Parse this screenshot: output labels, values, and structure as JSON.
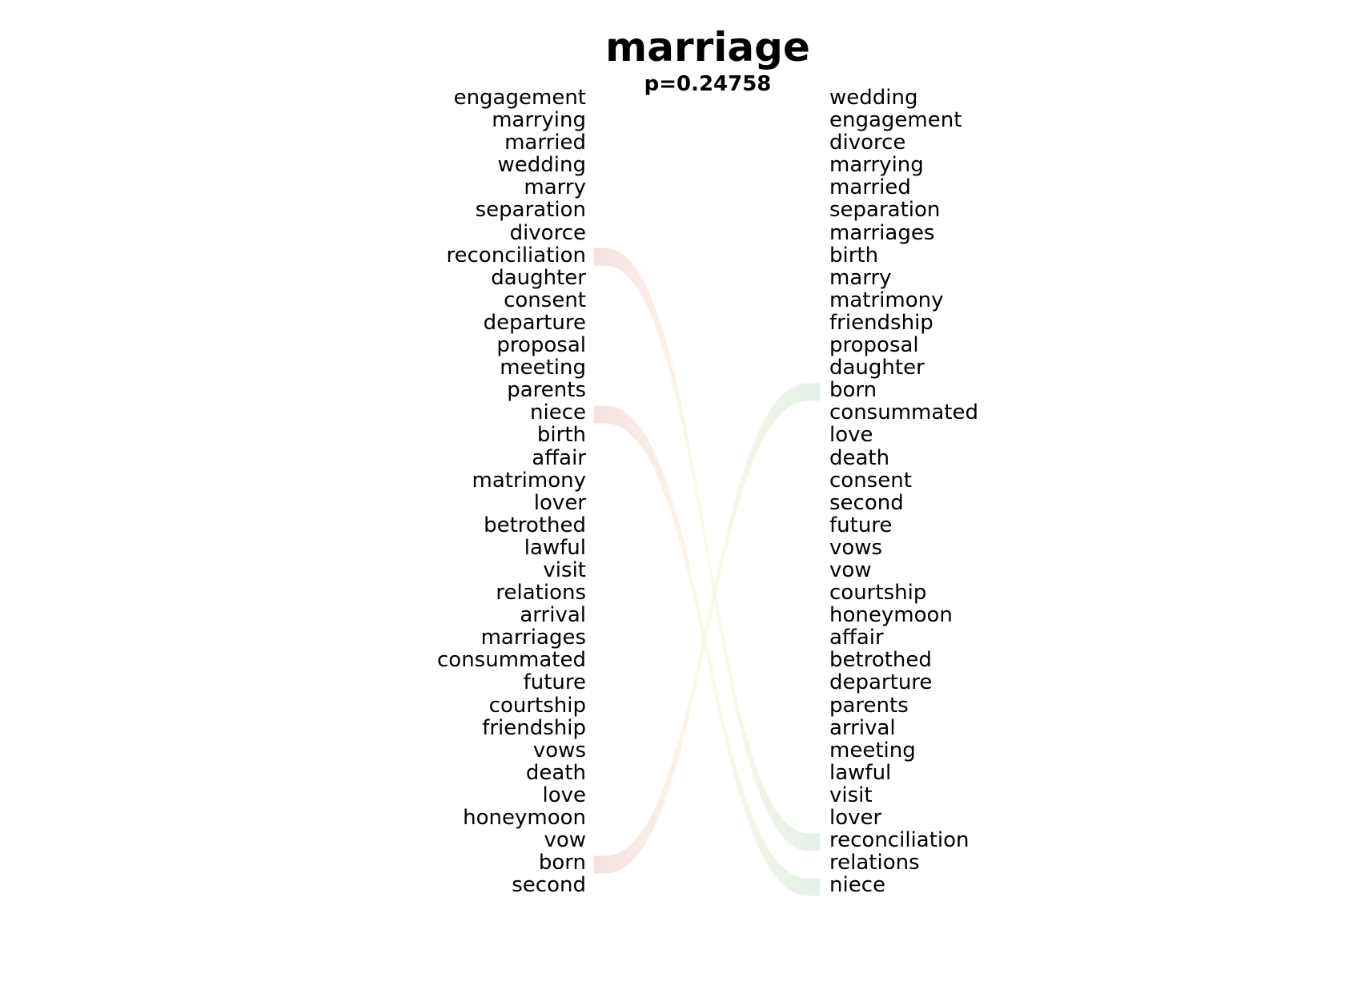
{
  "title": "marriage",
  "subtitle": "p=0.24758",
  "left_words": [
    "engagement",
    "marrying",
    "married",
    "wedding",
    "marry",
    "separation",
    "divorce",
    "reconciliation",
    "daughter",
    "consent",
    "departure",
    "proposal",
    "meeting",
    "parents",
    "niece",
    "birth",
    "affair",
    "matrimony",
    "lover",
    "betrothed",
    "lawful",
    "visit",
    "relations",
    "arrival",
    "marriages",
    "consummated",
    "future",
    "courtship",
    "friendship",
    "vows",
    "death",
    "love",
    "honeymoon",
    "vow",
    "born",
    "second"
  ],
  "right_words": [
    "wedding",
    "engagement",
    "divorce",
    "marrying",
    "married",
    "separation",
    "marriages",
    "birth",
    "marry",
    "matrimony",
    "friendship",
    "proposal",
    "daughter",
    "born",
    "consummated",
    "love",
    "death",
    "consent",
    "second",
    "future",
    "vows",
    "vow",
    "courtship",
    "honeymoon",
    "affair",
    "betrothed",
    "departure",
    "parents",
    "arrival",
    "meeting",
    "lawful",
    "visit",
    "lover",
    "reconciliation",
    "relations",
    "niece"
  ],
  "links": [
    {
      "word": "reconciliation",
      "left_rank": 8,
      "right_rank": 34,
      "left_color": "#f1d6d8",
      "right_color": "#d9ece1"
    },
    {
      "word": "niece",
      "left_rank": 15,
      "right_rank": 36,
      "left_color": "#f1d6d8",
      "right_color": "#d9ece1"
    },
    {
      "word": "born",
      "left_rank": 35,
      "right_rank": 14,
      "left_color": "#f1d6d8",
      "right_color": "#d9ece1"
    }
  ],
  "colors": {
    "left_link": "#f1d6d8",
    "mid_link": "#fbf7e0",
    "right_link": "#d9ece1"
  }
}
